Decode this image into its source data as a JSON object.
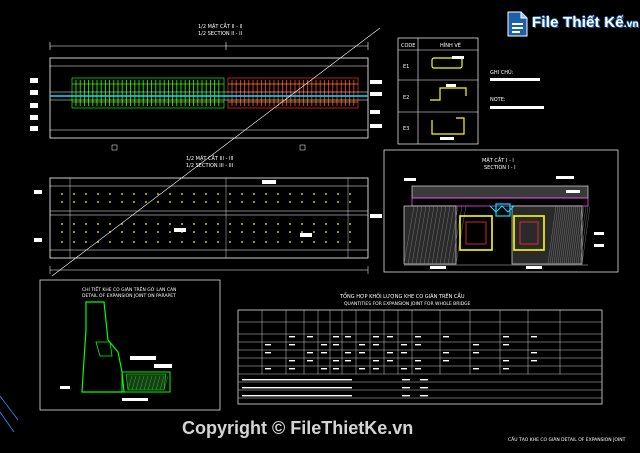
{
  "titles": {
    "half_section_ii": "1/2 MẶT CẮT II - II",
    "half_section_ii_en": "1/2 SECTION II - II",
    "half_section_iii": "1/2 MẶT CẮT III - III",
    "half_section_iii_en": "1/2 SECTION III - III",
    "section_i": "MẶT CẮT I - I",
    "section_i_en": "SECTION I - I",
    "parapet_detail": "CHI TIẾT KHE CO GIÃN TRÊN GỜ LAN CAN",
    "parapet_detail_en": "DETAIL OF EXPANSION JOINT ON PARAPET",
    "table_title": "TỔNG HỢP KHỐI LƯỢNG KHE CO GIÃN TRÊN CẦU",
    "table_title_en": "QUANTITIES FOR EXPANSION JOINT FOR WHOLE BRIDGE",
    "bottom_right": "CẤU TẠO KHE CO GIÃN  DETAIL OF EXPANSION JOINT"
  },
  "code_table": {
    "header_code": "CODE",
    "header_shape": "HÌNH VẼ",
    "rows": [
      "E1",
      "E2",
      "E3"
    ]
  },
  "notes": {
    "note1": "GHI CHÚ:",
    "note2": "NOTE:"
  },
  "watermark": {
    "brand": "File Thiết Kế",
    "tld": ".vn",
    "copyright": "Copyright © FileThietKe.vn"
  },
  "colors": {
    "background": "#000000",
    "frame": "#ffffff",
    "rebar_green": "#00ff00",
    "rebar_red": "#ff3030",
    "yellow": "#ffff00",
    "cyan": "#00e5ff",
    "magenta": "#ff44ff",
    "brand_blue": "#1d5fa8"
  }
}
